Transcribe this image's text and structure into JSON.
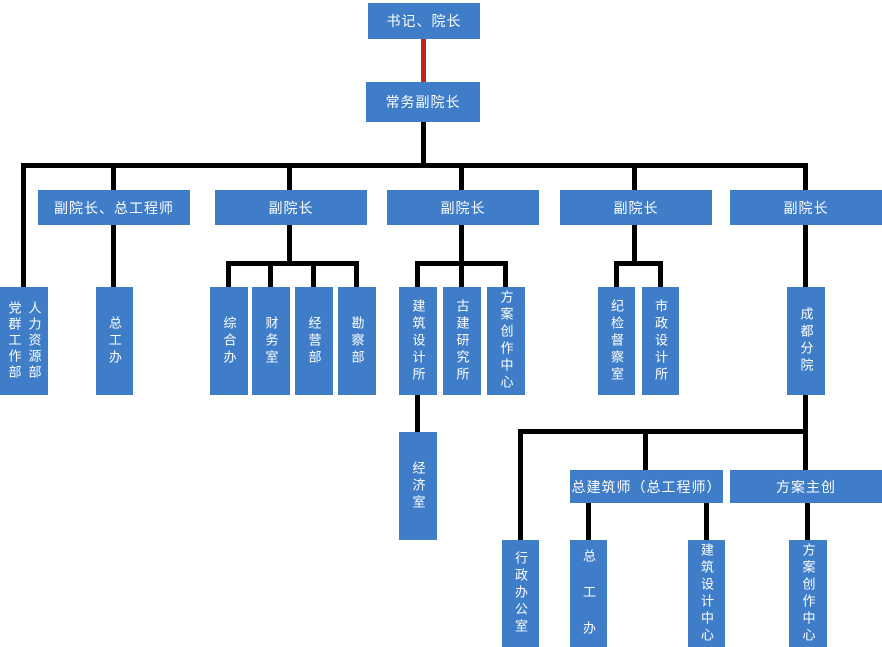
{
  "colors": {
    "node_fill": "#3F7DC8",
    "node_text": "#FFFFFF",
    "connector": "#000000",
    "special_connector": "#C0251C",
    "background": "#FFFFFF"
  },
  "org": {
    "nodes": {
      "secretary_dean": "书记、院长",
      "exec_vice_dean": "常务副院长",
      "vice_dean_chief_eng": "副院长、总工程师",
      "vice_dean_1": "副院长",
      "vice_dean_2": "副院长",
      "vice_dean_3": "副院长",
      "vice_dean_4": "副院长",
      "party_mass_dept": "党群工作部",
      "hr_dept": "人力资源部",
      "chief_eng_office": "总工办",
      "general_office": "综合办",
      "finance_office": "财务室",
      "operations_dept": "经营部",
      "survey_dept": "勘察部",
      "arch_design_inst": "建筑设计所",
      "ancient_arch_inst": "古建研究所",
      "scheme_creation_center_1": "方案创作中心",
      "discipline_office": "纪检督察室",
      "municipal_design_inst": "市政设计所",
      "chengdu_branch": "成都分院",
      "economy_office": "经济室",
      "chief_architect": "总建筑师（总工程师）",
      "scheme_lead": "方案主创",
      "admin_office": "行政办公室",
      "chief_eng_office_branch": "总 工 办",
      "arch_design_center": "建筑设计中心",
      "scheme_creation_center_2": "方案创作中心"
    },
    "edges": [
      {
        "from": "secretary_dean",
        "to": "exec_vice_dean",
        "style": "red"
      },
      {
        "from": "exec_vice_dean",
        "to": "party_mass_dept / hr_dept"
      },
      {
        "from": "exec_vice_dean",
        "to": "vice_dean_chief_eng"
      },
      {
        "from": "exec_vice_dean",
        "to": "vice_dean_1"
      },
      {
        "from": "exec_vice_dean",
        "to": "vice_dean_2"
      },
      {
        "from": "exec_vice_dean",
        "to": "vice_dean_3"
      },
      {
        "from": "exec_vice_dean",
        "to": "vice_dean_4"
      },
      {
        "from": "vice_dean_chief_eng",
        "to": "chief_eng_office"
      },
      {
        "from": "vice_dean_1",
        "to": "general_office"
      },
      {
        "from": "vice_dean_1",
        "to": "finance_office"
      },
      {
        "from": "vice_dean_1",
        "to": "operations_dept"
      },
      {
        "from": "vice_dean_1",
        "to": "survey_dept"
      },
      {
        "from": "vice_dean_2",
        "to": "arch_design_inst"
      },
      {
        "from": "vice_dean_2",
        "to": "ancient_arch_inst"
      },
      {
        "from": "vice_dean_2",
        "to": "scheme_creation_center_1"
      },
      {
        "from": "vice_dean_3",
        "to": "discipline_office"
      },
      {
        "from": "vice_dean_3",
        "to": "municipal_design_inst"
      },
      {
        "from": "vice_dean_4",
        "to": "chengdu_branch"
      },
      {
        "from": "arch_design_inst",
        "to": "economy_office"
      },
      {
        "from": "chengdu_branch",
        "to": "admin_office"
      },
      {
        "from": "chengdu_branch",
        "to": "chief_architect"
      },
      {
        "from": "chengdu_branch",
        "to": "scheme_lead"
      },
      {
        "from": "chief_architect",
        "to": "chief_eng_office_branch"
      },
      {
        "from": "chief_architect",
        "to": "arch_design_center"
      },
      {
        "from": "scheme_lead",
        "to": "scheme_creation_center_2"
      }
    ]
  }
}
